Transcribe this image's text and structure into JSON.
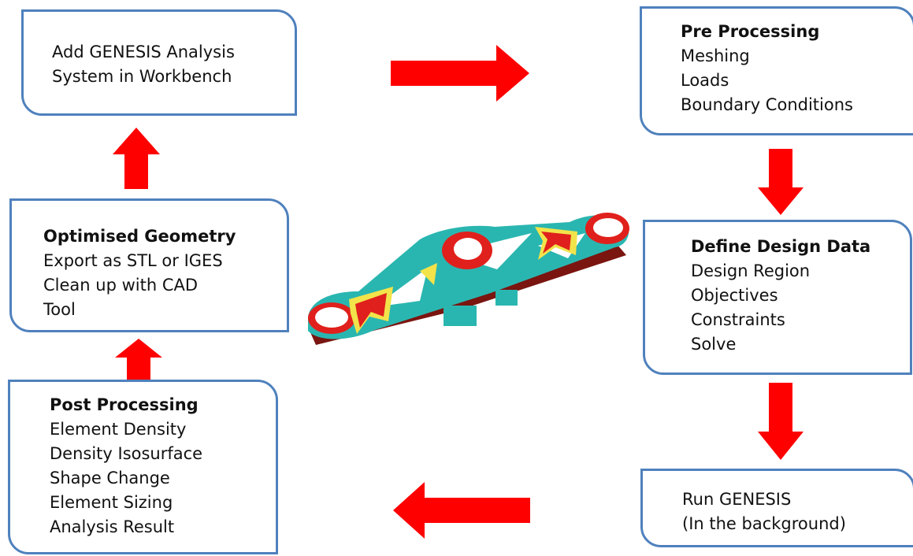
{
  "colors": {
    "box_border": "#4f81bd",
    "arrow": "#ff0000",
    "part_base": "#2ab6b0",
    "part_high": "#e0201c",
    "part_mid": "#f2e34a"
  },
  "boxes": {
    "add_genesis": {
      "lines": [
        "Add GENESIS Analysis",
        "System in Workbench"
      ]
    },
    "pre_processing": {
      "heading": "Pre Processing",
      "lines": [
        "Meshing",
        "Loads",
        "Boundary Conditions"
      ]
    },
    "define_design": {
      "heading": "Define Design Data",
      "lines": [
        "Design Region",
        "Objectives",
        "Constraints",
        "Solve"
      ]
    },
    "run_genesis": {
      "lines": [
        "Run GENESIS",
        "(In the background)"
      ]
    },
    "post_processing": {
      "heading": "Post Processing",
      "lines": [
        "Element Density",
        "Density Isosurface",
        "Shape Change",
        "Element Sizing",
        "Analysis Result"
      ]
    },
    "optimised": {
      "heading": "Optimised Geometry",
      "lines": [
        "Export as STL or IGES",
        "Clean up with CAD",
        "Tool"
      ]
    }
  },
  "arrows": [
    {
      "name": "arrow-add-to-pre",
      "direction": "right"
    },
    {
      "name": "arrow-pre-to-define",
      "direction": "down"
    },
    {
      "name": "arrow-define-to-run",
      "direction": "down"
    },
    {
      "name": "arrow-run-to-post",
      "direction": "left"
    },
    {
      "name": "arrow-post-to-optimised",
      "direction": "up"
    },
    {
      "name": "arrow-optimised-to-add",
      "direction": "up"
    }
  ],
  "center_image": {
    "icon": "topology-optimised-bracket-image"
  }
}
